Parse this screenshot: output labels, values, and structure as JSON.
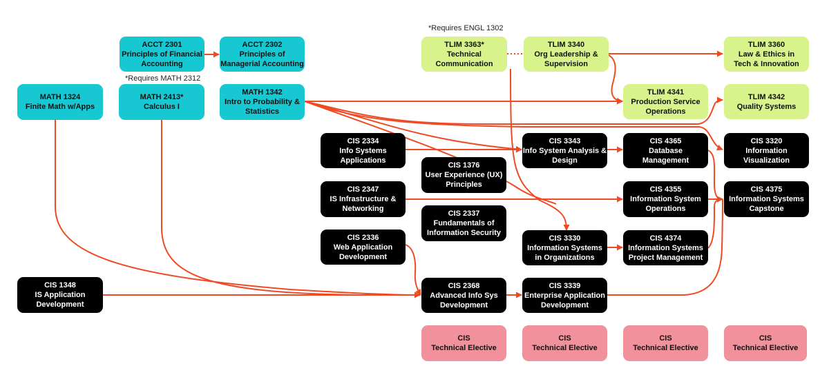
{
  "notes": {
    "engl": "*Requires ENGL 1302",
    "math": "*Requires MATH 2312"
  },
  "colors": {
    "math_accounting": "#17c7d1",
    "tlim": "#d8f38b",
    "cis": "#000000",
    "elective": "#f0919b",
    "arrow": "#ef4a23"
  },
  "courses": {
    "acct2301": {
      "code": "ACCT 2301",
      "l1": "Principles of Financial",
      "l2": "Accounting"
    },
    "acct2302": {
      "code": "ACCT 2302",
      "l1": "Principles of",
      "l2": "Managerial Accounting"
    },
    "math1324": {
      "code": "MATH 1324",
      "l1": "Finite Math w/Apps"
    },
    "math2413": {
      "code": "MATH 2413*",
      "l1": "Calculus I"
    },
    "math1342": {
      "code": "MATH 1342",
      "l1": "Intro to Probability &",
      "l2": "Statistics"
    },
    "tlim3363": {
      "code": "TLIM 3363*",
      "l1": "Technical",
      "l2": "Communication"
    },
    "tlim3340": {
      "code": "TLIM 3340",
      "l1": "Org Leadership &",
      "l2": "Supervision"
    },
    "tlim3360": {
      "code": "TLIM 3360",
      "l1": "Law & Ethics in",
      "l2": "Tech & Innovation"
    },
    "tlim4341": {
      "code": "TLIM 4341",
      "l1": "Production Service",
      "l2": "Operations"
    },
    "tlim4342": {
      "code": "TLIM 4342",
      "l1": "Quality Systems"
    },
    "cis2334": {
      "code": "CIS 2334",
      "l1": "Info Systems",
      "l2": "Applications"
    },
    "cis1376": {
      "code": "CIS 1376",
      "l1": "User Experience (UX)",
      "l2": "Principles"
    },
    "cis3343": {
      "code": "CIS 3343",
      "l1": "Info System Analysis &",
      "l2": "Design"
    },
    "cis4365": {
      "code": "CIS 4365",
      "l1": "Database",
      "l2": "Management"
    },
    "cis3320": {
      "code": "CIS 3320",
      "l1": "Information",
      "l2": "Visualization"
    },
    "cis2347": {
      "code": "CIS 2347",
      "l1": "IS Infrastructure &",
      "l2": "Networking"
    },
    "cis2337": {
      "code": "CIS 2337",
      "l1": "Fundamentals of",
      "l2": "Information Security"
    },
    "cis4355": {
      "code": "CIS 4355",
      "l1": "Information System",
      "l2": "Operations"
    },
    "cis4375": {
      "code": "CIS 4375",
      "l1": "Information Systems",
      "l2": "Capstone"
    },
    "cis2336": {
      "code": "CIS 2336",
      "l1": "Web Application",
      "l2": "Development"
    },
    "cis3330": {
      "code": "CIS 3330",
      "l1": "Information Systems",
      "l2": "in Organizations"
    },
    "cis4374": {
      "code": "CIS 4374",
      "l1": "Information Systems",
      "l2": "Project Management"
    },
    "cis1348": {
      "code": "CIS 1348",
      "l1": "IS Application",
      "l2": "Development"
    },
    "cis2368": {
      "code": "CIS 2368",
      "l1": "Advanced Info Sys",
      "l2": "Development"
    },
    "cis3339": {
      "code": "CIS 3339",
      "l1": "Enterprise Application",
      "l2": "Development"
    },
    "elec1": {
      "code": "CIS",
      "l1": "Technical Elective"
    },
    "elec2": {
      "code": "CIS",
      "l1": "Technical Elective"
    },
    "elec3": {
      "code": "CIS",
      "l1": "Technical Elective"
    },
    "elec4": {
      "code": "CIS",
      "l1": "Technical Elective"
    }
  }
}
